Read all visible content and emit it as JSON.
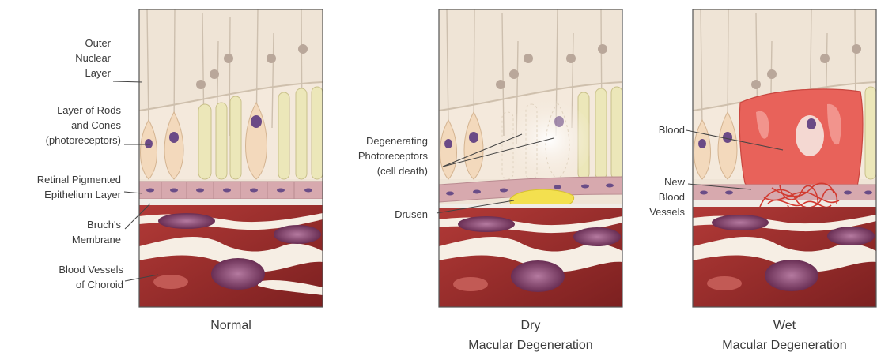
{
  "panels": [
    {
      "caption_lines": [
        "Normal"
      ]
    },
    {
      "caption_lines": [
        "Dry",
        "Macular Degeneration"
      ]
    },
    {
      "caption_lines": [
        "Wet",
        "Macular Degeneration"
      ]
    }
  ],
  "labels": {
    "outer_nuclear": [
      "Outer",
      "Nuclear",
      "Layer"
    ],
    "rods_cones": [
      "Layer of Rods",
      "and Cones",
      "(photoreceptors)"
    ],
    "rpe": [
      "Retinal Pigmented",
      "Epithelium Layer"
    ],
    "bruchs": [
      "Bruch's",
      "Membrane"
    ],
    "choroid": [
      "Blood Vessels",
      "of Choroid"
    ],
    "degenerating": [
      "Degenerating",
      "Photoreceptors",
      "(cell death)"
    ],
    "drusen": [
      "Drusen"
    ],
    "blood": [
      "Blood"
    ],
    "new_vessels": [
      "New",
      "Blood",
      "Vessels"
    ]
  },
  "colors": {
    "background": "#ffffff",
    "nuclear_layer": "#efe4d6",
    "photoreceptor_layer": "#f4e9dc",
    "cell_fill": "#f3d9bc",
    "rod_fill": "#ece7b9",
    "nucleus": "#6b4a86",
    "rpe_layer": "#d7a9ae",
    "rpe_nucleus": "#6a4d87",
    "membrane": "#f0ece6",
    "choroid": "#9a2f2f",
    "choroid_light": "#c25a55",
    "vessel_lumen": "#6d2a52",
    "drusen": "#f3e04f",
    "blood": "#e8625a",
    "frame": "#555555"
  }
}
